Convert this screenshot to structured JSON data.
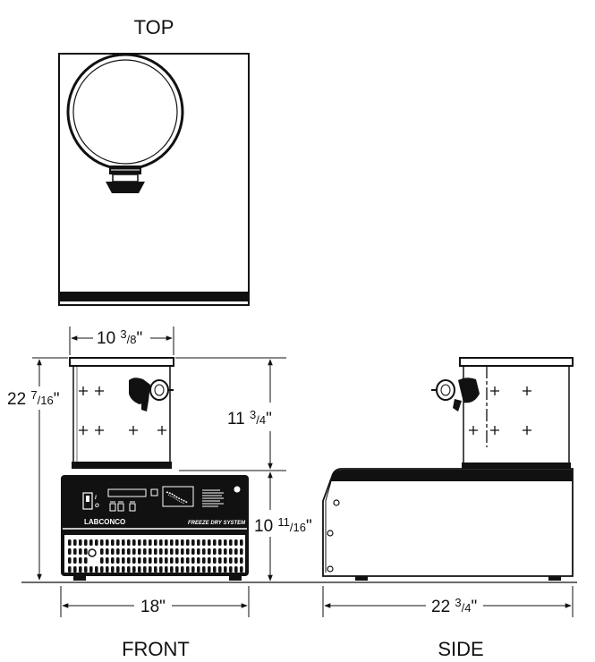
{
  "views": {
    "top": "TOP",
    "front": "FRONT",
    "side": "SIDE"
  },
  "dimensions": {
    "chamber_width": {
      "whole": "10 ",
      "num": "3",
      "den": "8",
      "unit": "\""
    },
    "total_height": {
      "whole": "22 ",
      "num": "7",
      "den": "16",
      "unit": "\""
    },
    "chamber_height": {
      "whole": "11 ",
      "num": "3",
      "den": "4",
      "unit": "\""
    },
    "base_height": {
      "whole": "10 ",
      "num": "11",
      "den": "16",
      "unit": "\""
    },
    "front_width": "18\"",
    "side_depth": {
      "whole": "22 ",
      "num": "3",
      "den": "4",
      "unit": "\""
    }
  },
  "panel": {
    "brand": "LABCONCO",
    "system": "FREEZE DRY SYSTEM"
  },
  "colors": {
    "line": "#111111",
    "fill_dark": "#1a1a1a",
    "background": "#ffffff"
  }
}
